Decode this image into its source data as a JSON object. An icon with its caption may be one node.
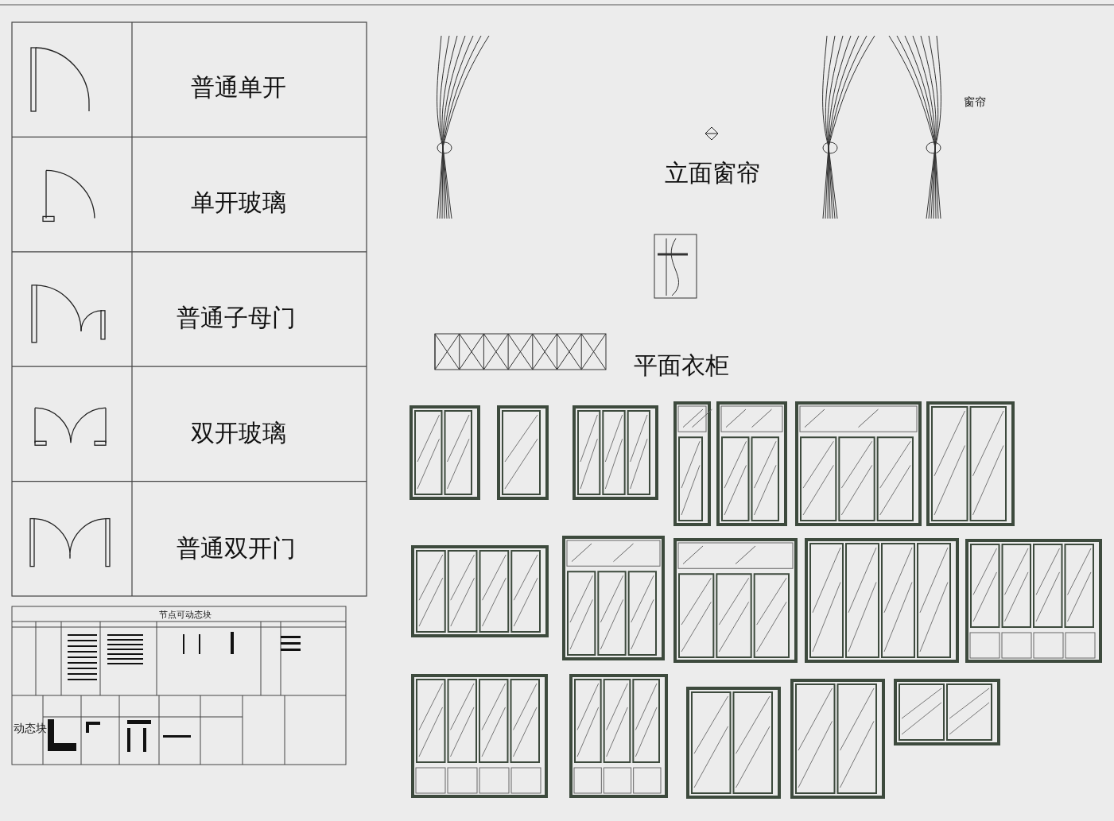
{
  "diagram": {
    "labels": [
      "普通单开",
      "单开玻璃",
      "普通子母门",
      "双开玻璃",
      "普通双开门",
      "立面窗帘",
      "窗帘",
      "平面衣柜",
      "节点可动态块",
      "动态块"
    ]
  }
}
